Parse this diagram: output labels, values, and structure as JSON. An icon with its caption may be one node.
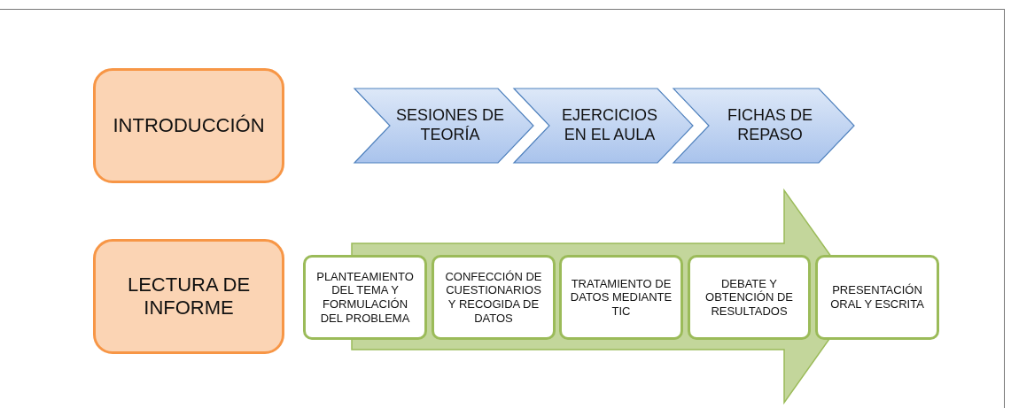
{
  "diagram": {
    "nodes": [
      {
        "text": [
          "INTRODUCCIÓN"
        ]
      },
      {
        "text": [
          "SESIONES DE TEORÍA"
        ]
      },
      {
        "text": [
          "EJERCICIOS EN EL AULA"
        ]
      },
      {
        "text": [
          "FICHAS DE REPASO"
        ]
      },
      {
        "text": [
          "LECTURA DE INFORME"
        ]
      },
      {
        "text": [
          "PLANTEAMIENTO DEL TEMA Y FORMULACIÓN DEL PROBLEMA"
        ]
      },
      {
        "text": [
          "CONFECCIÓN DE CUESTIONARIOS Y RECOGIDA DE DATOS"
        ]
      },
      {
        "text": [
          "TRATAMIENTO DE DATOS MEDIANTE TIC"
        ]
      },
      {
        "text": [
          "DEBATE Y OBTENCIÓN DE RESULTADOS"
        ]
      },
      {
        "text": [
          "PRESENTACIÓN ORAL Y ESCRITA"
        ]
      }
    ]
  }
}
